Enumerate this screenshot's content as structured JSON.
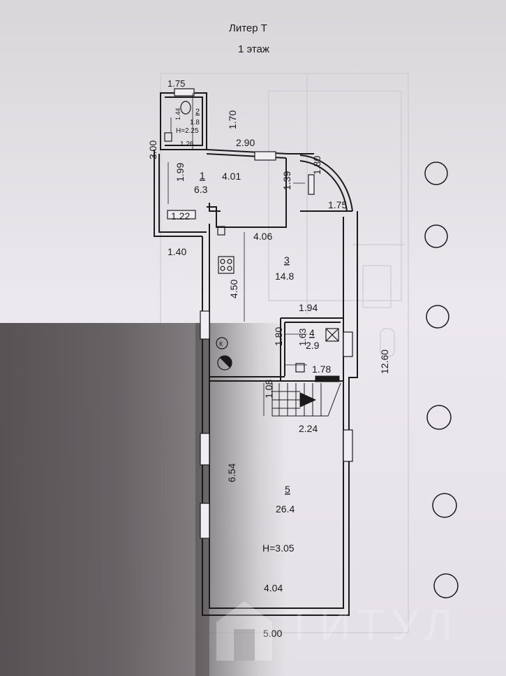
{
  "header": {
    "title": "Литер Т",
    "floor": "1 этаж"
  },
  "rooms": [
    {
      "num": "1",
      "area": "6.3"
    },
    {
      "num": "2",
      "area": "1.8",
      "height": "H=2.25"
    },
    {
      "num": "3",
      "area": "14.8"
    },
    {
      "num": "4",
      "area": "2.9"
    },
    {
      "num": "5",
      "area": "26.4",
      "height": "H=3.05"
    }
  ],
  "dimensions": {
    "d_1_75_top": "1.75",
    "d_1_44": "1.44",
    "d_1_70": "1.70",
    "d_1_26": "1.26",
    "d_3_00": "3.00",
    "d_2_90": "2.90",
    "d_1_99": "1.99",
    "d_4_01": "4.01",
    "d_1_80_arc": "1.80",
    "d_1_39": "1.39",
    "d_1_75_arc": "1.75",
    "d_1_22": "1.22",
    "d_1_40": "1.40",
    "d_4_06": "4.06",
    "d_4_50": "4.50",
    "d_1_94": "1.94",
    "d_1_80_r4": "1.80",
    "d_1_63": "1.63",
    "d_1_78": "1.78",
    "d_12_60": "12.60",
    "d_1_08": "1.08",
    "d_2_24": "2.24",
    "d_6_54": "6.54",
    "d_4_04": "4.04",
    "d_5_00": "5.00"
  },
  "symbols": {
    "boiler": "К"
  },
  "watermark": {
    "text": "ТИТУЛ"
  },
  "colors": {
    "ink": "#1a1a1a",
    "paper": "#e8e5ea",
    "shadow": "#4f4b4d"
  }
}
